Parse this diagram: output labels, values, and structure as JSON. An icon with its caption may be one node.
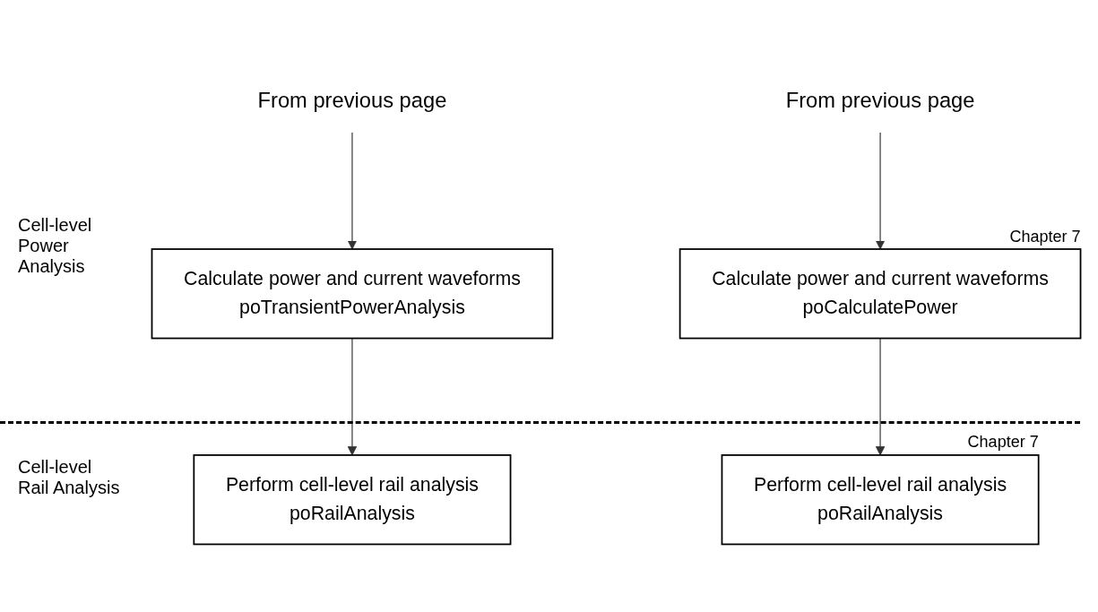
{
  "diagram": {
    "nodes": [
      {
        "text": [
          "From previous page"
        ]
      },
      {
        "text": [
          "From previous page"
        ]
      },
      {
        "text": [
          "Calculate power and current waveforms",
          "poTransientPowerAnalysis"
        ]
      },
      {
        "text": [
          "Calculate power and current waveforms",
          "poCalculatePower"
        ],
        "beside": [
          "Chapter 7"
        ]
      },
      {
        "text": [
          "Perform cell-level rail analysis",
          "poRailAnalysis"
        ]
      },
      {
        "text": [
          "Perform cell-level rail analysis",
          "poRailAnalysis"
        ],
        "beside": [
          "Chapter 7"
        ]
      }
    ],
    "edges": [
      {
        "from": 0,
        "to": 2,
        "arrow": "to"
      },
      {
        "from": 1,
        "to": 3,
        "arrow": "to"
      },
      {
        "from": 2,
        "to": 4,
        "arrow": "to"
      },
      {
        "from": 3,
        "to": 5,
        "arrow": "to"
      }
    ],
    "labels": [
      "Cell-level Power Analysis",
      "Cell-level Rail Analysis"
    ]
  }
}
